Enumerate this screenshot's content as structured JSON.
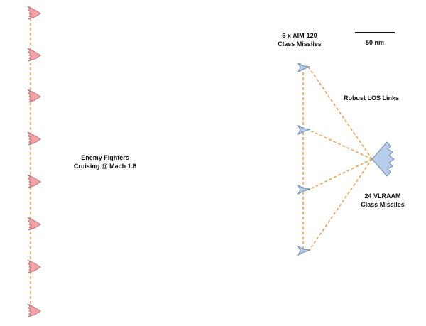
{
  "labels": {
    "enemy": [
      "Enemy Fighters",
      "Cruising @ Mach 1.8"
    ],
    "aim": [
      "6 x AIM-120",
      "Class Missiles"
    ],
    "vlraam": [
      "24 VLRAAM",
      "Class Missiles"
    ],
    "links": "Robust LOS Links",
    "scale": "50 nm"
  },
  "colors": {
    "enemy_fill": "#f4a3a8",
    "friendly_fill": "#b7cdea",
    "link": "#f0a04b"
  },
  "icons": {
    "enemy": "fighter-jet-icon",
    "missile": "missile-icon",
    "launcher": "launcher-aircraft-icon"
  },
  "counts": {
    "enemy_fighters": 8,
    "aim_missiles": 4
  }
}
